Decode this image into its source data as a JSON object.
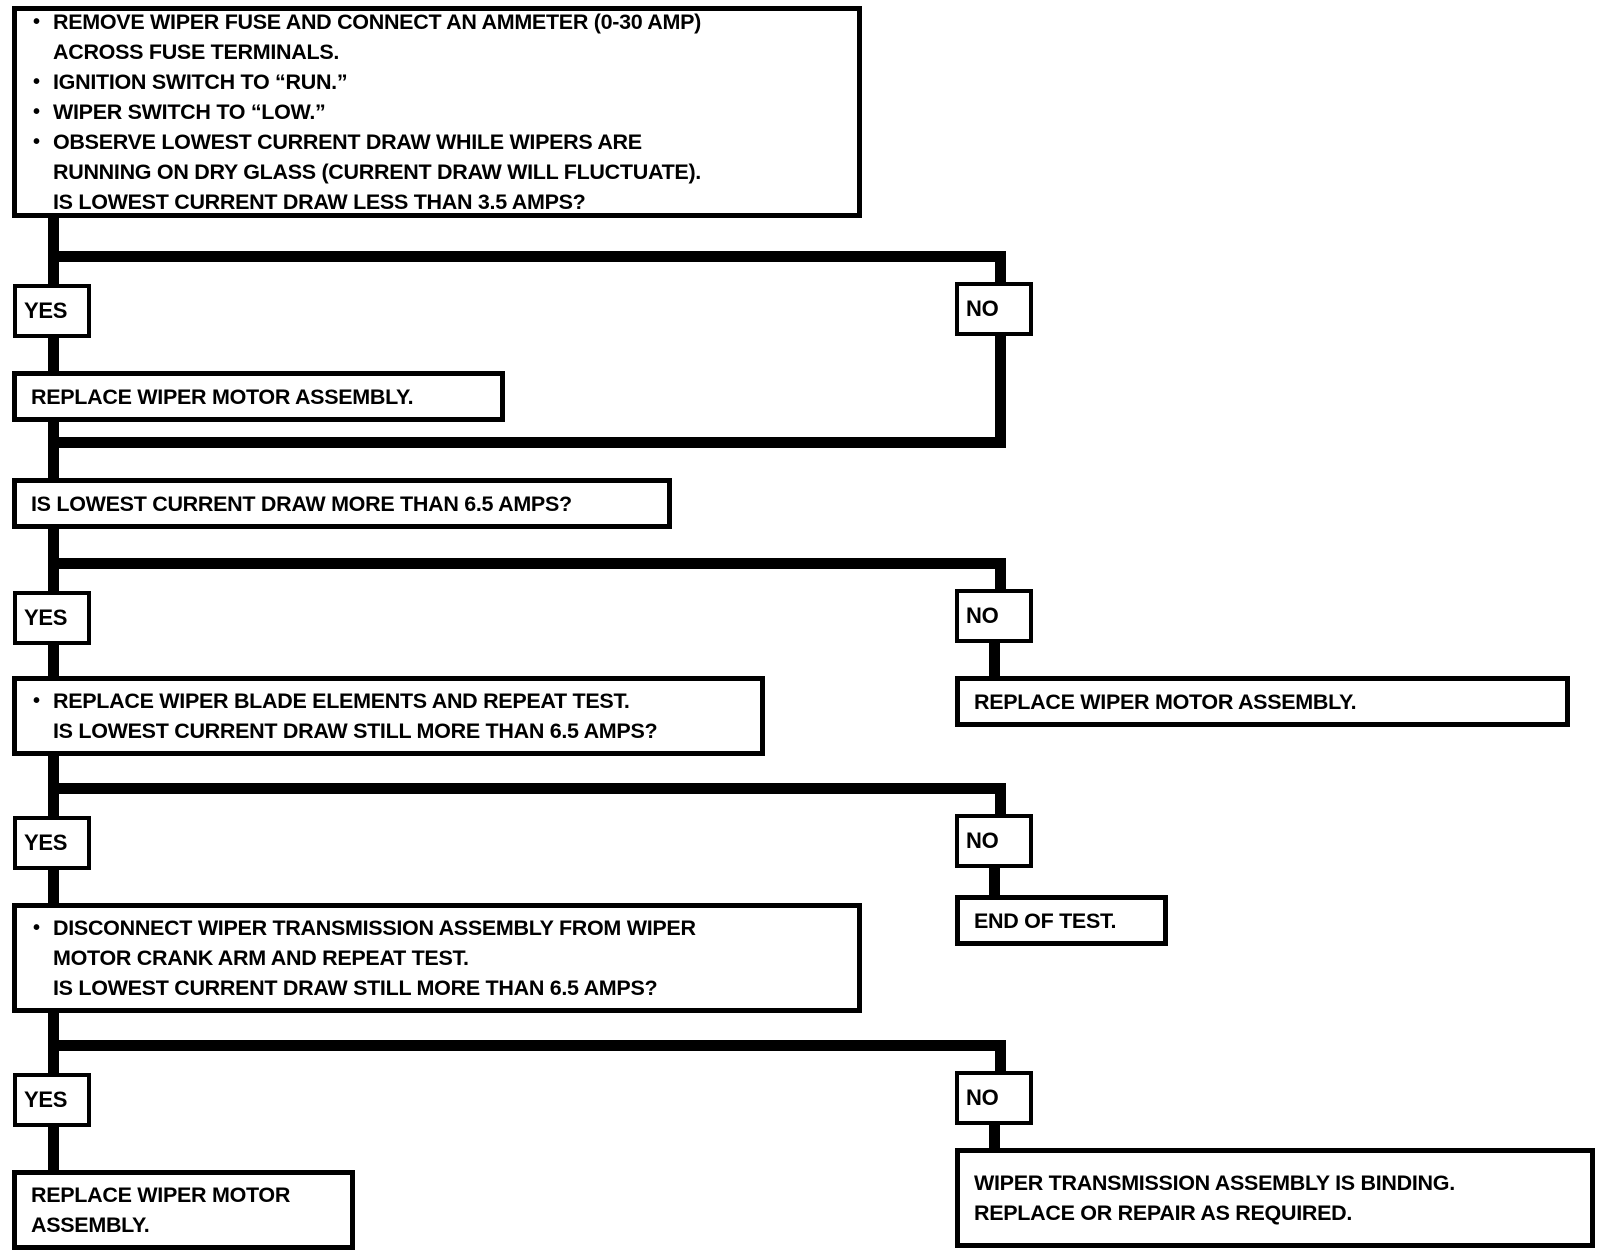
{
  "diagram": {
    "title": "Wiper motor current draw diagnostic flowchart",
    "colors": {
      "ink": "#000000",
      "paper": "#ffffff"
    },
    "branch_labels": {
      "yes": "YES",
      "no": "NO"
    },
    "nodes": {
      "start_test": {
        "kind": "decision",
        "bullets": [
          "REMOVE WIPER FUSE AND CONNECT AN AMMETER (0-30 AMP)\nACROSS FUSE TERMINALS.",
          "IGNITION SWITCH TO “RUN.”",
          "WIPER SWITCH TO “LOW.”",
          "OBSERVE LOWEST CURRENT DRAW WHILE WIPERS ARE\nRUNNING ON DRY GLASS (CURRENT DRAW WILL FLUCTUATE).\nIS LOWEST CURRENT DRAW LESS THAN 3.5 AMPS?"
        ]
      },
      "replace_motor_1": {
        "kind": "action",
        "text": "REPLACE WIPER MOTOR ASSEMBLY."
      },
      "q_more_than_65": {
        "kind": "decision",
        "text": "IS LOWEST CURRENT DRAW MORE THAN 6.5 AMPS?"
      },
      "replace_motor_2": {
        "kind": "action",
        "text": "REPLACE WIPER MOTOR ASSEMBLY."
      },
      "replace_blades": {
        "kind": "decision",
        "bullets": [
          "REPLACE WIPER BLADE ELEMENTS AND REPEAT TEST.\nIS LOWEST CURRENT DRAW STILL MORE THAN 6.5 AMPS?"
        ]
      },
      "end_of_test": {
        "kind": "action",
        "text": "END OF TEST."
      },
      "disconnect_transmission": {
        "kind": "decision",
        "bullets": [
          "DISCONNECT WIPER TRANSMISSION ASSEMBLY FROM WIPER\nMOTOR CRANK ARM AND REPEAT TEST.\nIS LOWEST CURRENT DRAW STILL MORE THAN 6.5 AMPS?"
        ]
      },
      "replace_motor_3": {
        "kind": "action",
        "text": "REPLACE WIPER MOTOR\nASSEMBLY."
      },
      "transmission_binding": {
        "kind": "action",
        "text": "WIPER TRANSMISSION ASSEMBLY IS BINDING.\nREPLACE OR REPAIR AS REQUIRED."
      }
    }
  }
}
